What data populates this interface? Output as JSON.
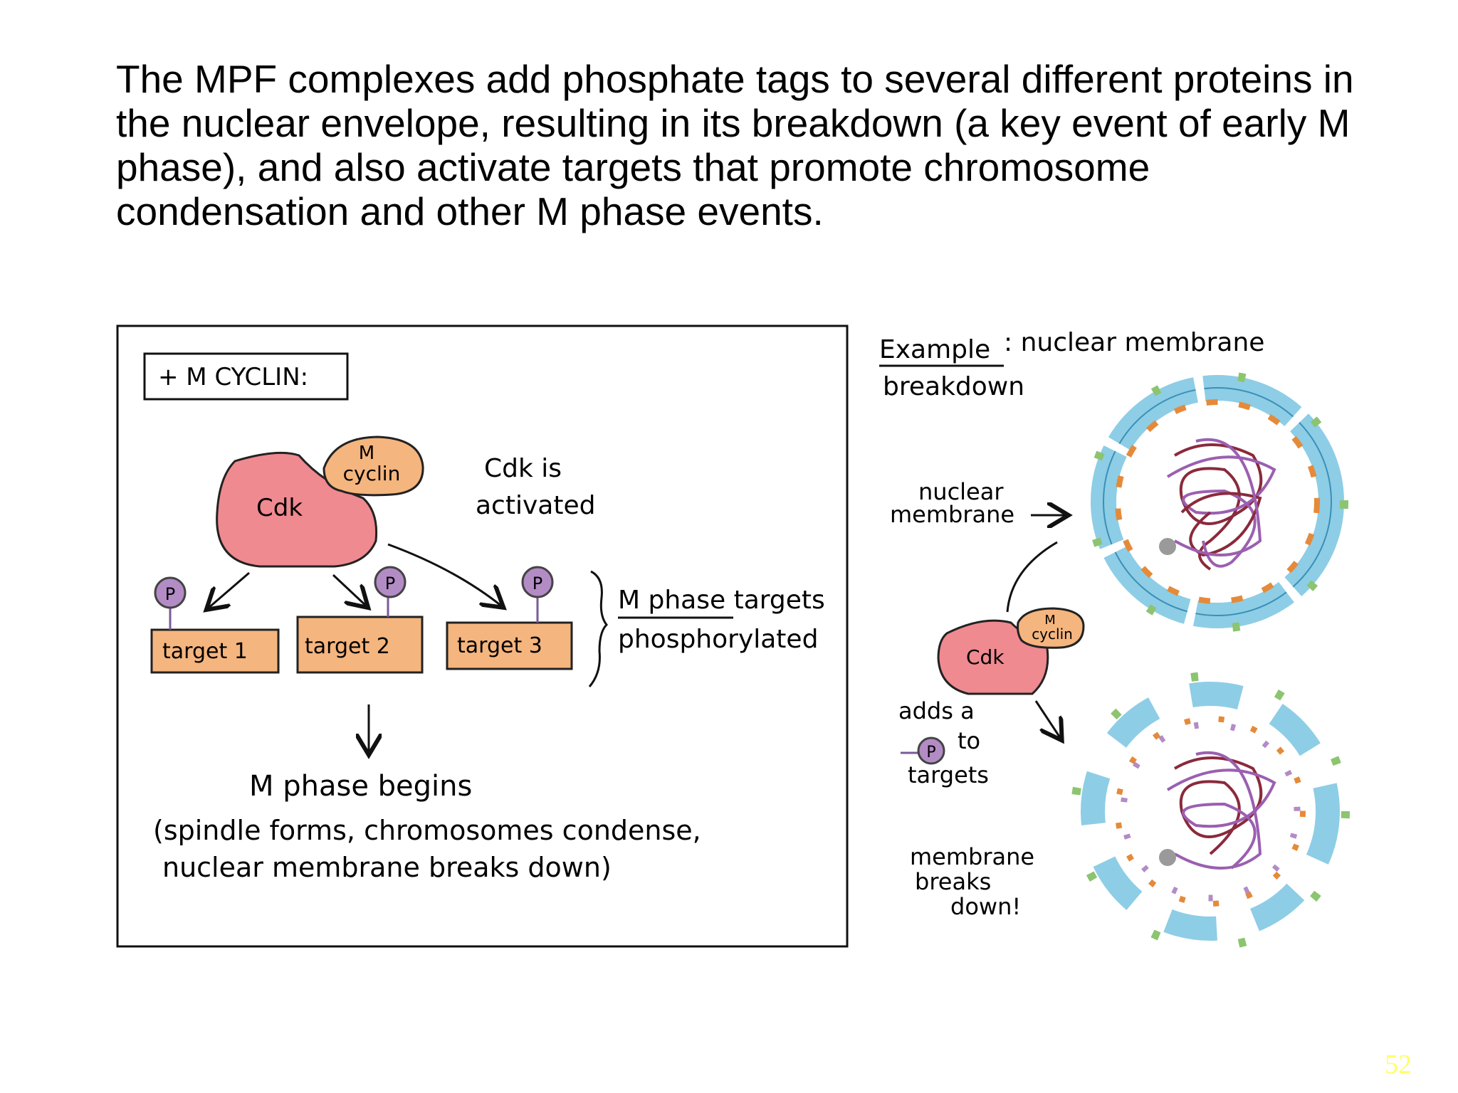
{
  "slide": {
    "text": "The MPF complexes add phosphate tags to several different proteins in the nuclear envelope, resulting in its breakdown (a key event of early M phase), and also activate targets that promote chromosome condensation and other M phase events.",
    "page_number": "52"
  },
  "left_panel": {
    "title": "+ M CYCLIN:",
    "cdk": "Cdk",
    "cyclin_line1": "M",
    "cyclin_line2": "cyclin",
    "activated_line1": "Cdk is",
    "activated_line2": "activated",
    "phosphate": "P",
    "targets": [
      "target 1",
      "target 2",
      "target 3"
    ],
    "targets_note_line1": "M phase targets",
    "targets_note_line2": "phosphorylated",
    "begins": "M phase begins",
    "begins_detail_line1": "(spindle forms, chromosomes condense,",
    "begins_detail_line2": "nuclear membrane breaks down)"
  },
  "right_panel": {
    "example_label": "Example",
    "example_rest": ": nuclear membrane",
    "example_line2": "breakdown",
    "nuclear_line1": "nuclear",
    "nuclear_line2": "membrane",
    "cdk": "Cdk",
    "cyclin_line1": "M",
    "cyclin_line2": "cyclin",
    "adds_line1": "adds a",
    "adds_phosphate": "P",
    "adds_to": "to",
    "adds_line3": "targets",
    "breaks_line1": "membrane",
    "breaks_line2": "breaks",
    "breaks_line3": "down!"
  },
  "colors": {
    "cdk": "#ef8a90",
    "cyclin": "#f5b57e",
    "target": "#f5b57e",
    "phosphate": "#b38cc6",
    "membrane": "#8ecde6",
    "pore": "#8cc470",
    "chromatin_dark": "#8a2a3c",
    "chromatin_light": "#9b5fb0",
    "page_number": "#ffff66"
  }
}
